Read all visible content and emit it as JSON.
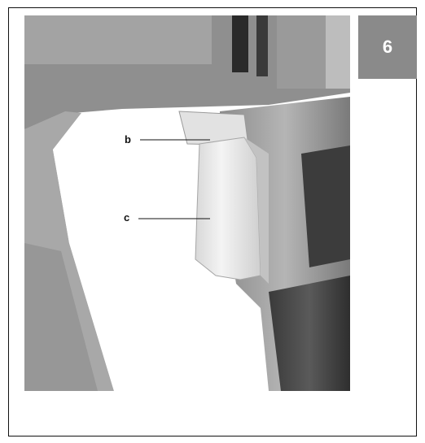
{
  "figure": {
    "number": "6",
    "callouts": [
      {
        "letter": "b"
      },
      {
        "letter": "c"
      }
    ]
  }
}
